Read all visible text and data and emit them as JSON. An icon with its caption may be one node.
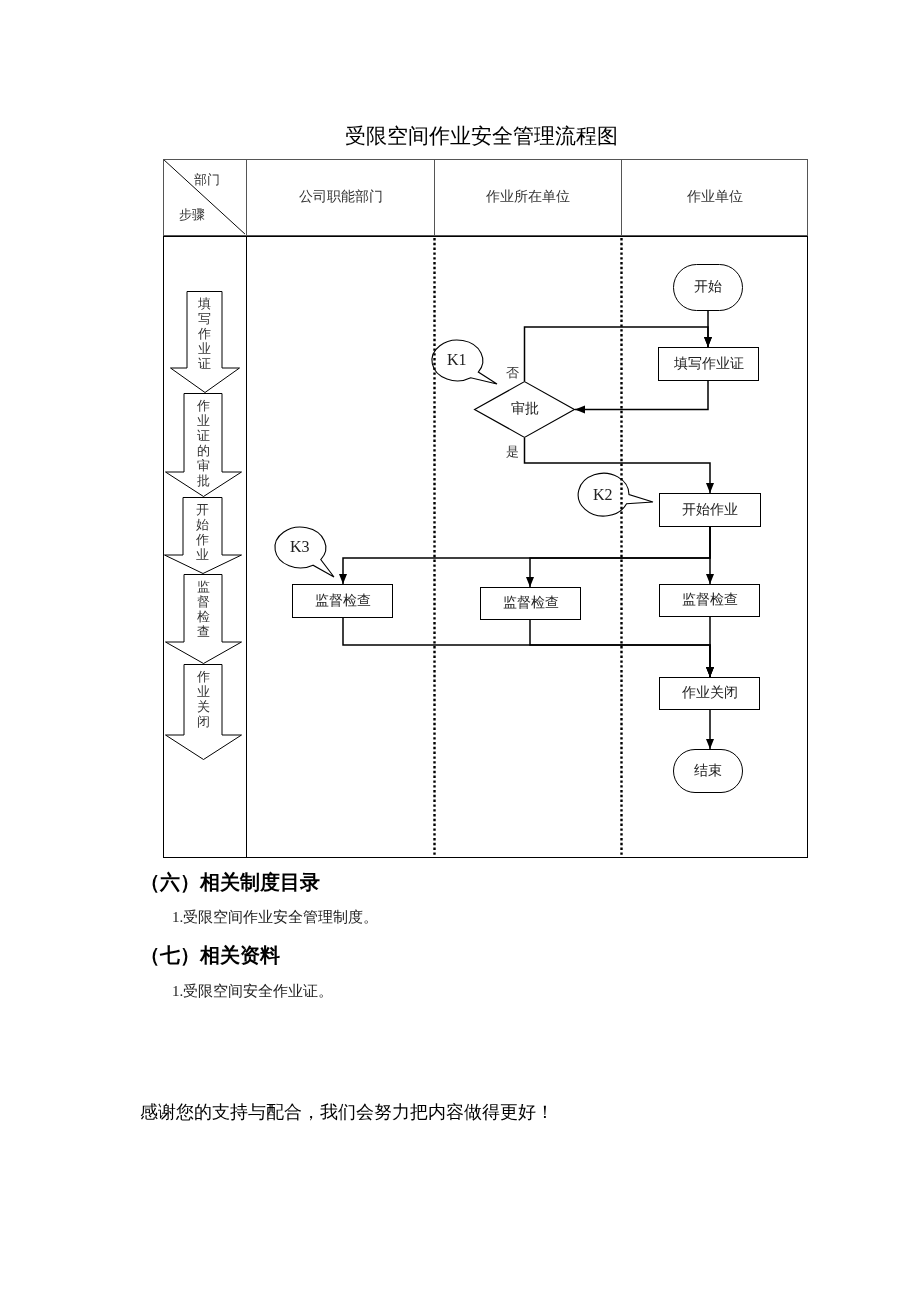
{
  "diagram": {
    "title": "受限空间作业安全管理流程图",
    "nodes": [
      {
        "text": [
          "部门",
          "步骤"
        ]
      },
      {
        "text": [
          "公司职能部门"
        ]
      },
      {
        "text": [
          "作业所在单位"
        ]
      },
      {
        "text": [
          "作业单位"
        ]
      },
      {
        "text": [
          "填写作业证"
        ]
      },
      {
        "text": [
          "作业证的审批"
        ]
      },
      {
        "text": [
          "开始作业"
        ]
      },
      {
        "text": [
          "监督检查"
        ]
      },
      {
        "text": [
          "作业关闭"
        ]
      },
      {
        "text": [
          "开始"
        ]
      },
      {
        "text": [
          "填写作业证"
        ]
      },
      {
        "text": [
          "K1"
        ]
      },
      {
        "text": [
          "审批"
        ]
      },
      {
        "text": [
          "K2"
        ]
      },
      {
        "text": [
          "开始作业"
        ]
      },
      {
        "text": [
          "K3"
        ]
      },
      {
        "text": [
          "监督检查"
        ]
      },
      {
        "text": [
          "监督检查"
        ]
      },
      {
        "text": [
          "监督检查"
        ]
      },
      {
        "text": [
          "作业关闭"
        ]
      },
      {
        "text": [
          "结束"
        ]
      }
    ],
    "edges": [
      {
        "from": 9,
        "to": 10,
        "arrow": "to"
      },
      {
        "from": 10,
        "to": 12,
        "arrow": "to"
      },
      {
        "from": 12,
        "to": 10,
        "arrow": "to",
        "label": "否"
      },
      {
        "from": 12,
        "to": 14,
        "arrow": "to",
        "label": "是"
      },
      {
        "from": 14,
        "to": 18,
        "arrow": "to"
      },
      {
        "from": 14,
        "to": 16,
        "arrow": "to"
      },
      {
        "from": 14,
        "to": 17,
        "arrow": "to"
      },
      {
        "from": 16,
        "to": 19,
        "arrow": "to"
      },
      {
        "from": 17,
        "to": 19,
        "arrow": "to"
      },
      {
        "from": 18,
        "to": 19,
        "arrow": "to"
      },
      {
        "from": 19,
        "to": 20,
        "arrow": "to"
      }
    ],
    "labels": [
      "（六）相关制度目录",
      "1.受限空间作业安全管理制度。",
      "（七）相关资料",
      "1.受限空间安全作业证。",
      "感谢您的支持与配合，我们会努力把内容做得更好！"
    ]
  }
}
